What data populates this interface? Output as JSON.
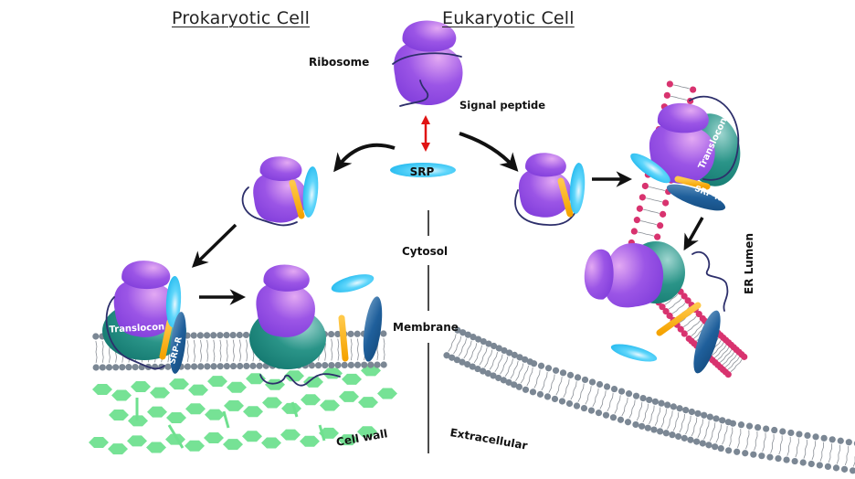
{
  "titles": {
    "prokaryotic": "Prokaryotic Cell",
    "eukaryotic": "Eukaryotic Cell"
  },
  "labels": {
    "ribosome": "Ribosome",
    "signal_peptide": "Signal peptide",
    "srp": "SRP",
    "cytosol": "Cytosol",
    "membrane": "Membrane",
    "extracellular": "Extracellular",
    "cell_wall": "Cell wall",
    "er_lumen": "ER Lumen",
    "translocon": "Translocon",
    "srp_r": "SRP-R"
  },
  "colors": {
    "ribosome": "#8e47e0",
    "ribosome_light": "#d79ff0",
    "signal_peptide": "#ffb31a",
    "srp": "#35c9f5",
    "translocon": "#1a8a80",
    "srp_r": "#1d5b96",
    "membrane_head": "#7b8794",
    "er_head": "#d8336f",
    "cell_wall": "#6fe08f",
    "mrna": "#2d2f6b",
    "interaction_arrow": "#e01414"
  }
}
